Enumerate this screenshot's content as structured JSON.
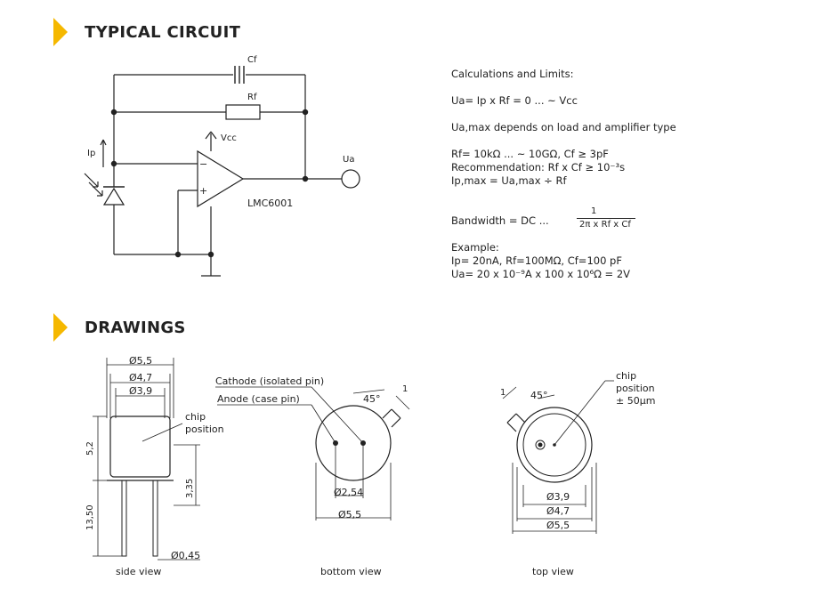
{
  "sections": {
    "circuit_title": "TYPICAL CIRCUIT",
    "drawings_title": "DRAWINGS"
  },
  "circuit": {
    "cf": "Cf",
    "rf": "Rf",
    "vcc": "Vcc",
    "ip": "Ip",
    "ua": "Ua",
    "opamp": "LMC6001"
  },
  "calc": {
    "heading": "Calculations and Limits:",
    "line1": "Ua= Ip x Rf = 0 ... ~ Vcc",
    "line2": "Ua,max depends on load and amplifier type",
    "line3": "Rf= 10kΩ ... ~ 10GΩ, Cf ≥ 3pF",
    "line4": "Recommendation: Rf x Cf ≥ 10⁻³s",
    "line5": "Ip,max = Ua,max ÷ Rf",
    "bandwidth_label": "Bandwidth = DC ...",
    "bandwidth_num": "1",
    "bandwidth_den": "2π x Rf x Cf",
    "example_heading": "Example:",
    "example1": "Ip= 20nA, Rf=100MΩ, Cf=100 pF",
    "example2": "Ua= 20 x 10⁻⁹A x 100 x 10⁶Ω = 2V"
  },
  "side": {
    "d55": "Ø5,5",
    "d47": "Ø4,7",
    "d39": "Ø3,9",
    "chip": "chip",
    "position": "position",
    "h52": "5,2",
    "h1350": "13,50",
    "h335": "3,35",
    "d045": "Ø0,45",
    "caption": "side view"
  },
  "bottom": {
    "cathode": "Cathode (isolated pin)",
    "anode": "Anode (case pin)",
    "angle": "45°",
    "one": "1",
    "d254": "Ø2,54",
    "d55": "Ø5,5",
    "caption": "bottom view"
  },
  "top": {
    "chip": "chip",
    "position": "position",
    "tol": "± 50μm",
    "angle": "45°",
    "one": "1",
    "d39": "Ø3,9",
    "d47": "Ø4,7",
    "d55": "Ø5,5",
    "caption": "top view"
  }
}
